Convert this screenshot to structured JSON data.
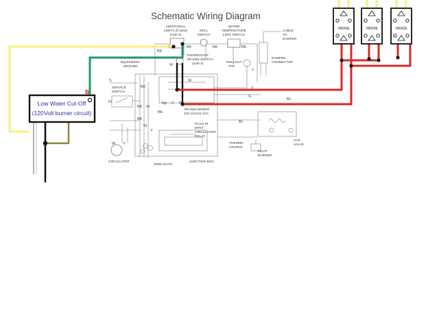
{
  "diagram": {
    "title": "Schematic Wiring Diagram",
    "components": {
      "additional_limits": [
        "ADDITIONAL",
        "LIMITS (if used)",
        "(note 5)"
      ],
      "spill_switch": [
        "SPILL",
        "SWITCH"
      ],
      "water_temp_switch": [
        "WATER",
        "TEMPERATURE",
        "LIMIT SWITCH"
      ],
      "cable_to_damper": [
        "CABLE",
        "TO",
        "DAMPER"
      ],
      "equipment_ground": [
        "EQUIPMENT",
        "GROUND"
      ],
      "thermostat": [
        "THERMOSTAT",
        "OR END SWITCH",
        "(note 3)"
      ],
      "rollout": [
        "ROLLOUT",
        "TFE"
      ],
      "damper_connector": [
        "DAMPER",
        "CONNECTOR"
      ],
      "service_switch": [
        "SERVICE",
        "SWITCH"
      ],
      "transformer": [
        "TRANSFORMER",
        "120 VAC/24 VAC"
      ],
      "plug_in_relay": [
        "PLUG-IN",
        "DPST",
        "CIRCULATOR",
        "RELAY"
      ],
      "thermocouple": [
        "THERMO",
        "COUPLE"
      ],
      "pilot_burner": [
        "PILOT",
        "BURNER"
      ],
      "gas_valve": [
        "GAS",
        "VALVE"
      ],
      "circulator": "CIRCULATOR",
      "wire_nuts": "WIRE NUTS",
      "junction_box": "JUNCTION BOX"
    },
    "wire_labels": {
      "bk": "BK",
      "w": "W",
      "y": "Y",
      "g": "G",
      "bl": "BL",
      "rp": "Rp",
      "c": "C",
      "r": "R",
      "h": "H",
      "s": "S"
    },
    "lwco": {
      "line1": "Low Water Cut-Off",
      "line2": "(120Volt burner circuit)",
      "terminal_label": "B"
    },
    "zone_valves": [
      {
        "label": "V8043E"
      },
      {
        "label": "V8043E"
      },
      {
        "label": "V8043E"
      }
    ],
    "colors": {
      "yellow": "#f7f07a",
      "green": "#1a9a62",
      "red": "#d82828",
      "olive": "#8a8436",
      "black": "#111111",
      "gray_wire": "#8c8c8c",
      "label_blue": "#2b2fa8"
    }
  }
}
